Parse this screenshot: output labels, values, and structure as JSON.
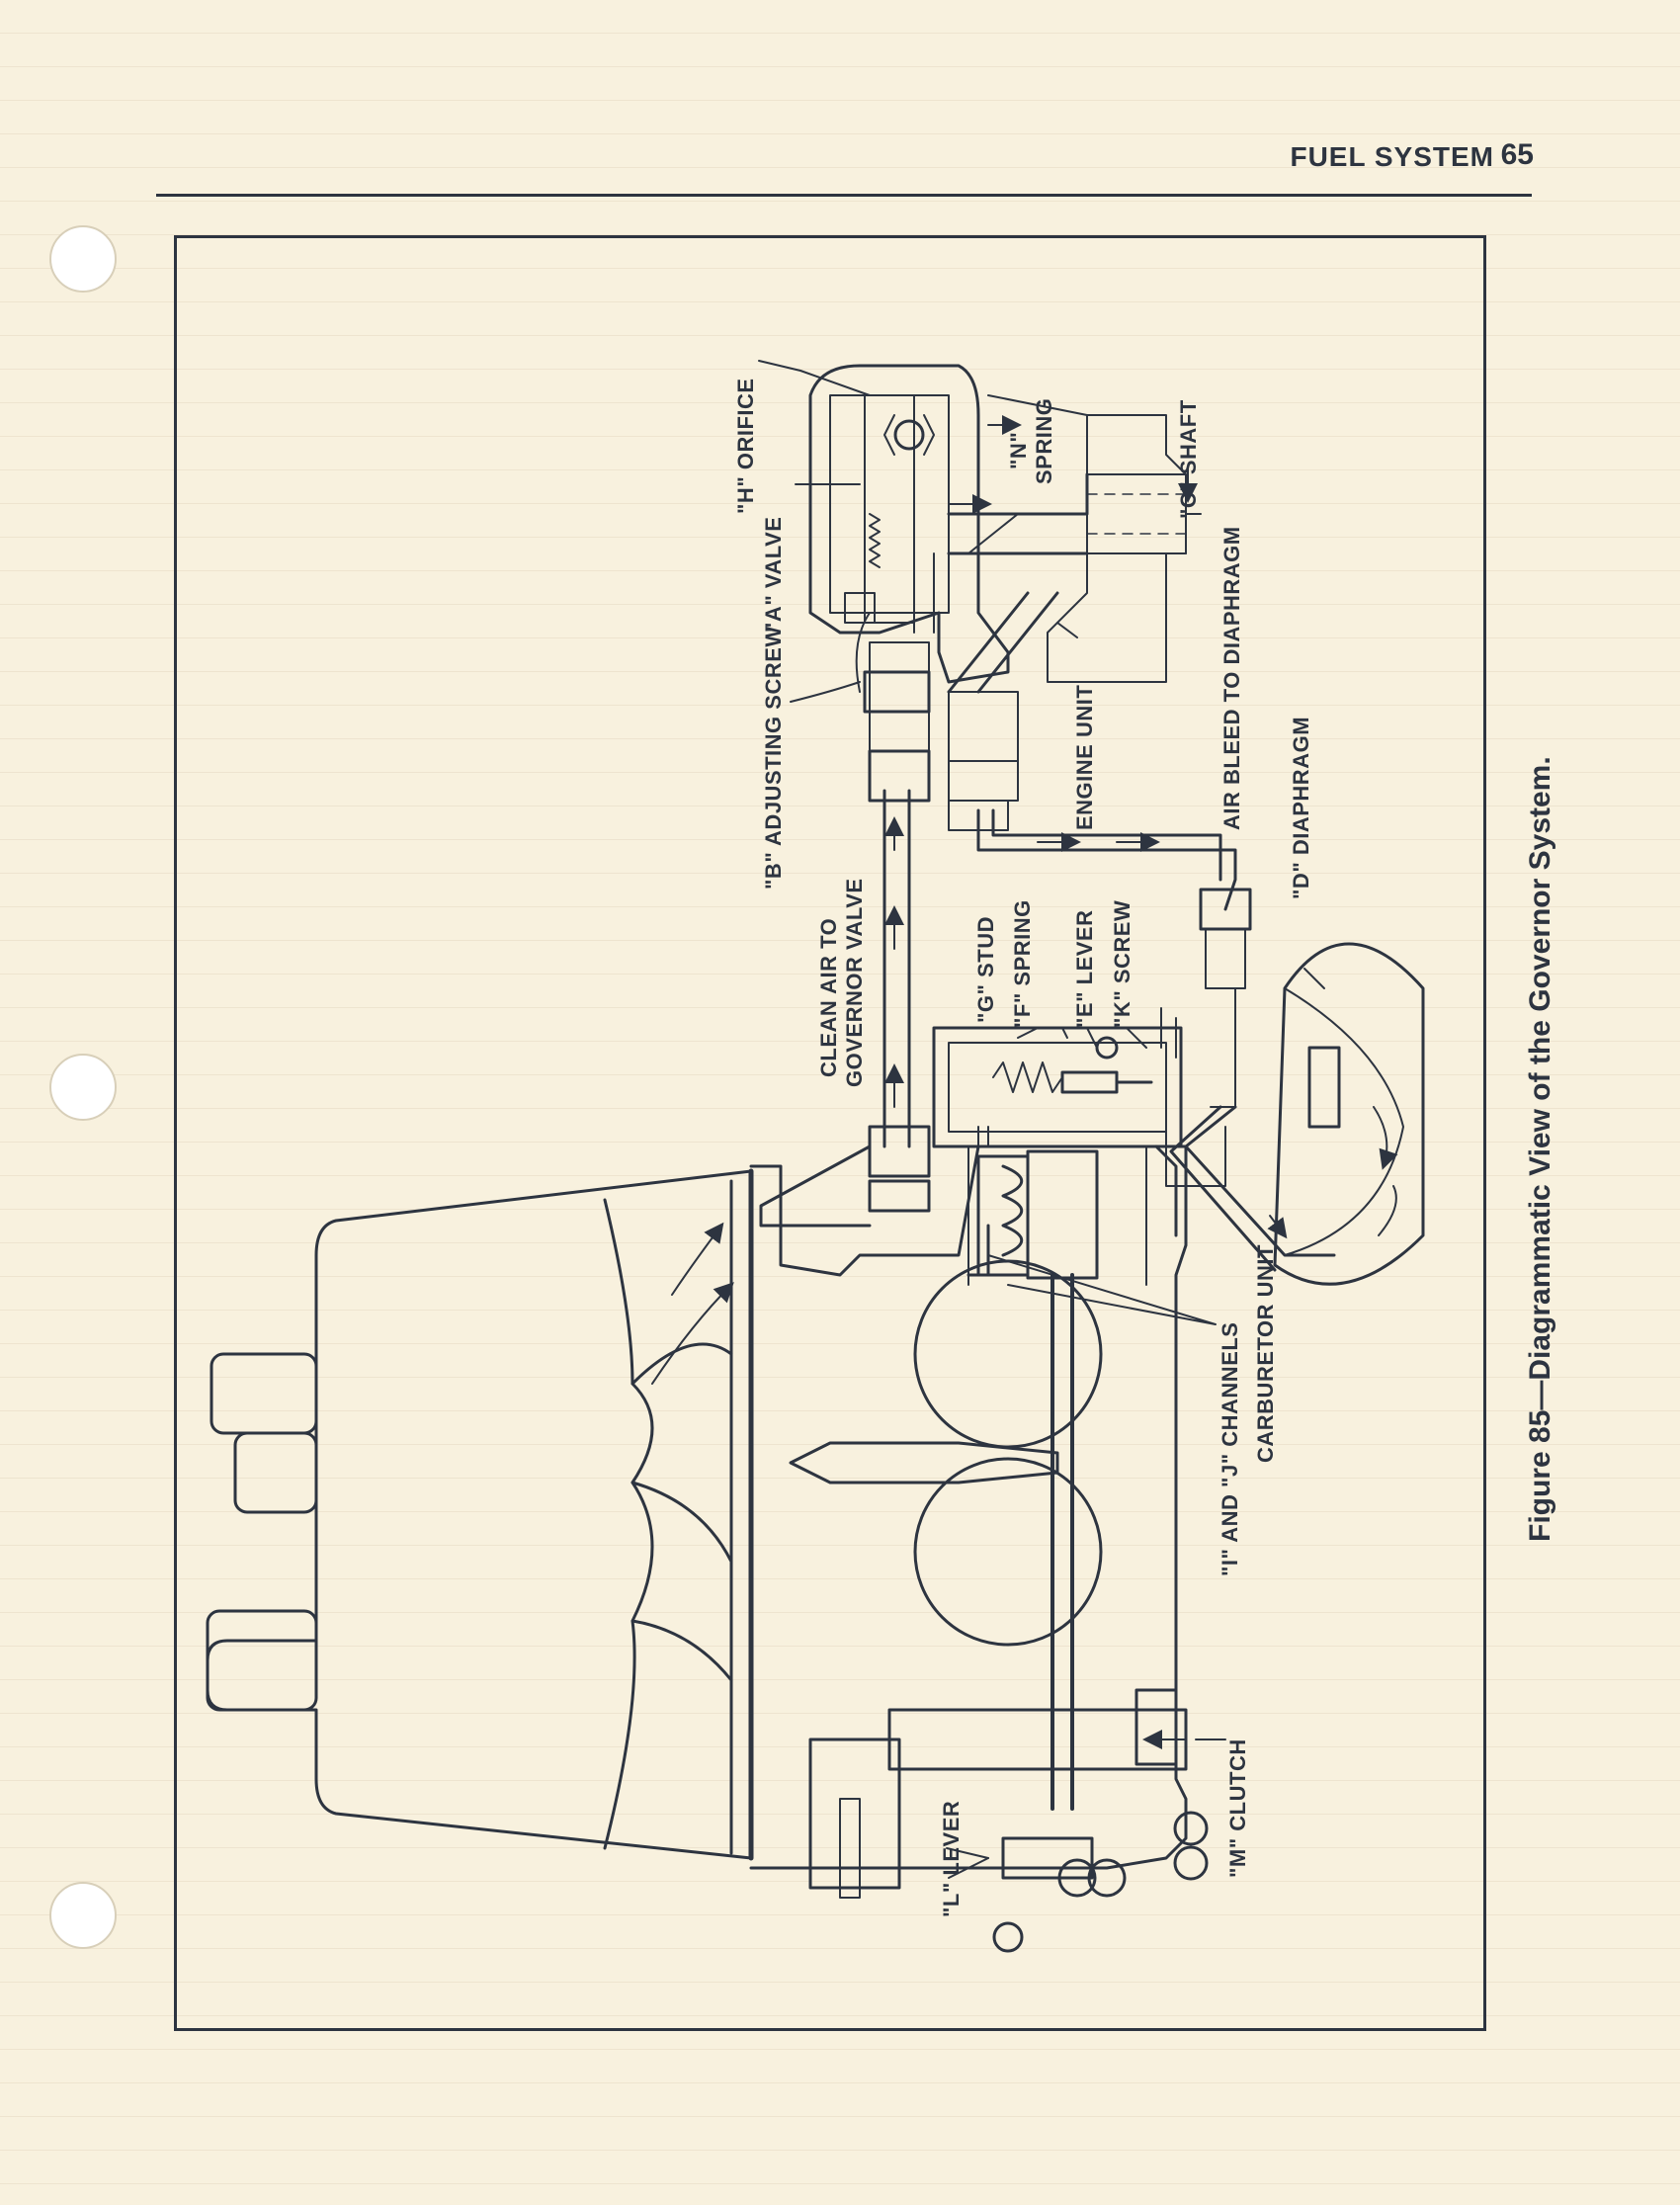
{
  "header": {
    "section_title": "FUEL SYSTEM",
    "page_number": "65"
  },
  "figure": {
    "caption": "Figure 85—Diagrammatic View of the Governor System.",
    "labels": {
      "h_orifice": "\"H\" ORIFICE",
      "a_valve": "\"A\" VALVE",
      "b_adjusting_screw": "\"B\" ADJUSTING SCREW",
      "n_spring_line1": "\"N\"",
      "n_spring_line2": "SPRING",
      "c_shaft": "\"C\" SHAFT",
      "air_bleed": "AIR BLEED TO DIAPHRAGM",
      "engine_unit": "ENGINE UNIT",
      "clean_air_line1": "CLEAN AIR TO",
      "clean_air_line2": "GOVERNOR VALVE",
      "g_stud": "\"G\" STUD",
      "f_spring": "\"F\" SPRING",
      "e_lever": "\"E\" LEVER",
      "k_screw": "\"K\" SCREW",
      "d_diaphragm": "\"D\" DIAPHRAGM",
      "ij_channels": "\"I\" AND \"J\" CHANNELS",
      "carburetor_unit": "CARBURETOR UNIT",
      "m_clutch": "\"M\" CLUTCH",
      "l_lever": "\"L\" LEVER"
    }
  }
}
